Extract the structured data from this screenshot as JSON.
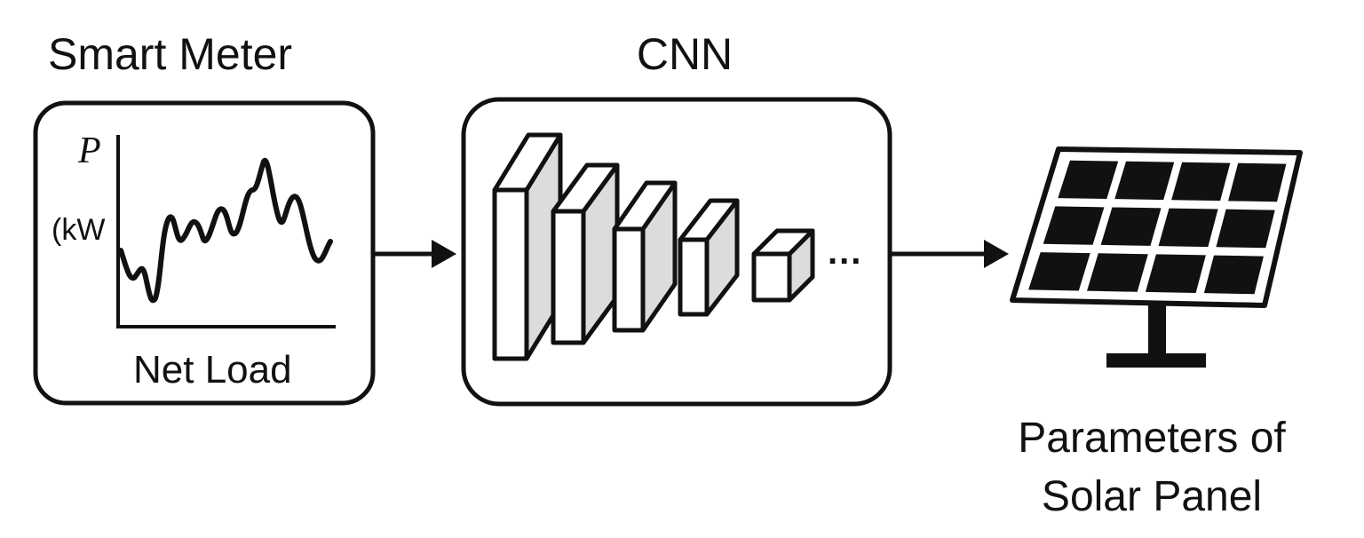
{
  "smart_meter": {
    "title": "Smart Meter",
    "y_axis_symbol": "P",
    "y_axis_unit": "(kW",
    "caption": "Net Load"
  },
  "cnn": {
    "title": "CNN",
    "continuation": "..."
  },
  "output": {
    "label_line1": "Parameters of",
    "label_line2": "Solar Panel"
  },
  "colors": {
    "stroke": "#111111",
    "layer_side": "#dcdcdc",
    "panel_cell": "#111111",
    "background": "#ffffff"
  },
  "icons": [
    "line-graph-icon",
    "cnn-layers-icon",
    "solar-panel-icon",
    "arrow-icon"
  ]
}
